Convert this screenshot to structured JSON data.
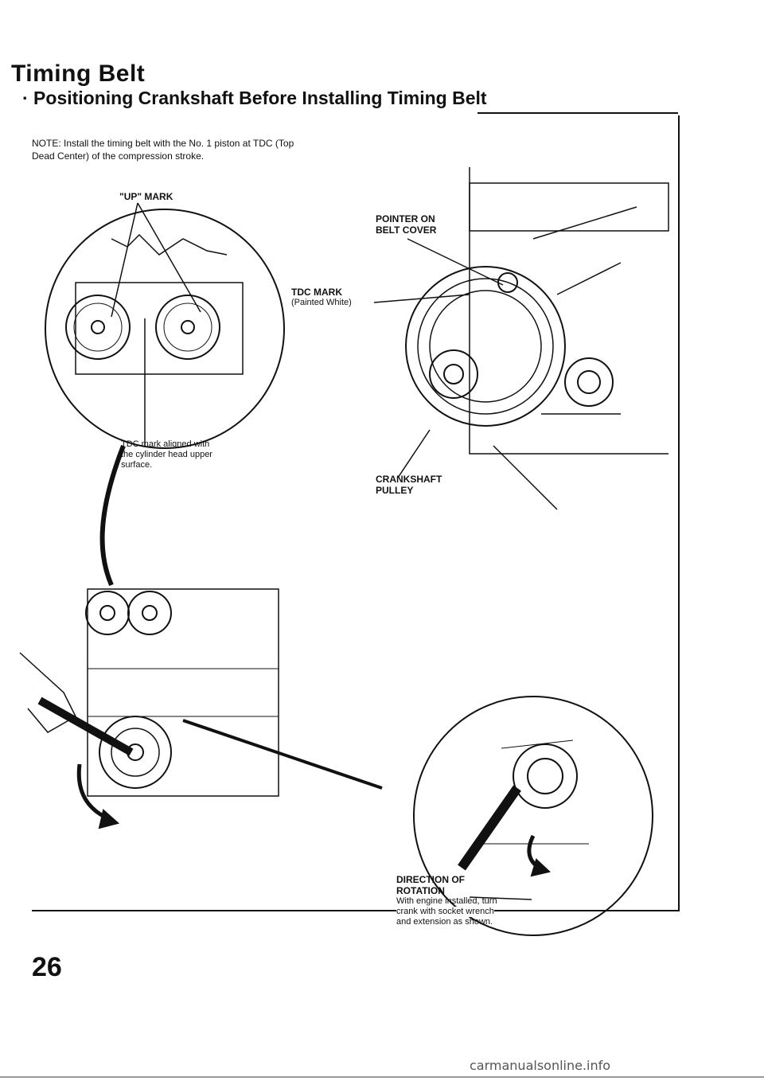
{
  "header": {
    "title": "Timing Belt",
    "subtitle": "· Positioning Crankshaft Before Installing Timing Belt"
  },
  "note": "NOTE: Install the timing belt with the No. 1 piston at TDC (Top Dead Center) of the compression stroke.",
  "labels": {
    "up_mark": "\"UP\" MARK",
    "pointer_line1": "POINTER ON",
    "pointer_line2": "BELT COVER",
    "tdc_mark": "TDC MARK",
    "tdc_painted": "(Painted White)",
    "tdc_aligned_line1": "TDC mark aligned with",
    "tdc_aligned_line2": "the cylinder head upper",
    "tdc_aligned_line3": "surface.",
    "crankshaft_line1": "CRANKSHAFT",
    "crankshaft_line2": "PULLEY",
    "direction_line1": "DIRECTION OF",
    "direction_line2": "ROTATION",
    "direction_text_line1": "With engine installed, turn",
    "direction_text_line2": "crank with socket wrench",
    "direction_text_line3": "and extension as shown."
  },
  "page_number": "26",
  "watermark": "carmanualsonline.info"
}
